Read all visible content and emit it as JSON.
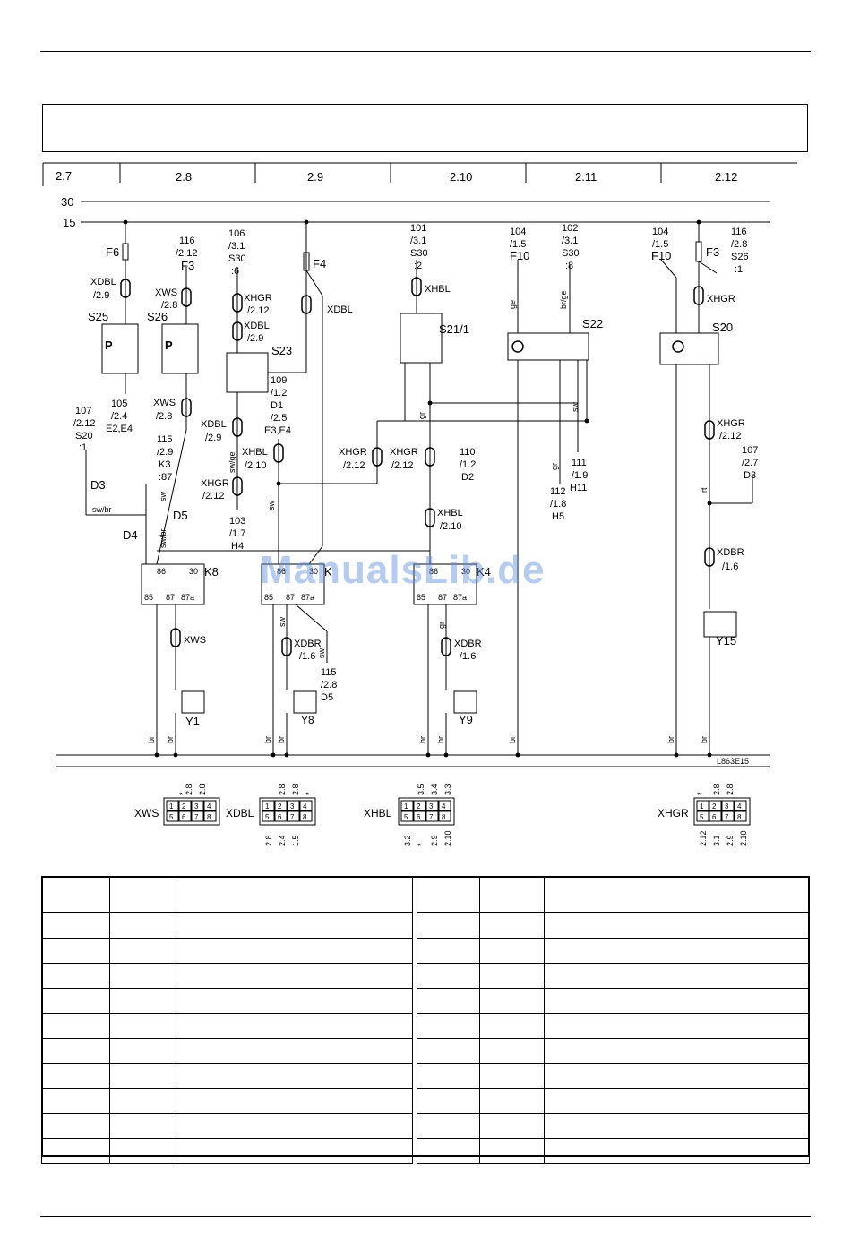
{
  "columns": [
    "2.7",
    "2.8",
    "2.9",
    "2.10",
    "2.11",
    "2.12"
  ],
  "rails": {
    "r30": "30",
    "r15": "15"
  },
  "drawing_id": "L863E15",
  "watermark": "ManualsLib.de",
  "components": {
    "F6": "F6",
    "F3a": "F3",
    "F4": "F4",
    "F10a": "F10",
    "F10b": "F10",
    "F3b": "F3",
    "S25": "S25",
    "S26": "S26",
    "S23": "S23",
    "S21": "S21/1",
    "S22": "S22",
    "S20": "S20",
    "K8": "K8",
    "K": "K",
    "K4": "K4",
    "Y1": "Y1",
    "Y8": "Y8",
    "Y9": "Y9",
    "Y15": "Y15",
    "D3": "D3",
    "D4": "D4",
    "D5": "D5",
    "P": "P"
  },
  "connectors": {
    "xws": "XWS",
    "xdbl": "XDBL",
    "xhgr": "XHGR",
    "xhbl": "XHBL",
    "xdbr": "XDBR",
    "xdbl_ref1": "/2.9",
    "xws_ref1": "/2.8",
    "xws_ref2": "/2.8",
    "xhgr_ref1": "/2.12",
    "xdbl_ref2": "/2.9",
    "xdbl_ref3": "/2.9",
    "xhbl_ref1": "/2.10",
    "xhgr_ref2": "/2.12",
    "xhgr_ref3": "/2.12",
    "xhgr_ref4": "/2.12",
    "xhbl_ref2": "/2.10",
    "xhgr_ref5": "/2.12",
    "xdbr_ref1": "/1.6",
    "xdbr_ref2": "/1.6",
    "xdbr_ref3": "/1.6"
  },
  "refs": {
    "r116a": "116",
    "r116a2": "/2.12",
    "r106": "106",
    "r106b": "/3.1",
    "r106c": "S30",
    "r106d": ":6",
    "r101": "101",
    "r101b": "/3.1",
    "r101c": "S30",
    "r101d": ":2",
    "r104a": "104",
    "r104a2": "/1.5",
    "r102": "102",
    "r102b": "/3.1",
    "r102c": "S30",
    "r102d": ":8",
    "r104b": "104",
    "r104b2": "/1.5",
    "r116b": "116",
    "r116b2": "/2.8",
    "r116b3": "S26",
    "r116b4": ":1",
    "r105": "105",
    "r105b": "/2.4",
    "r105c": "E2,E4",
    "r107a": "107",
    "r107a2": "/2.12",
    "r107a3": "S20",
    "r107a4": ":1",
    "r109": "109",
    "r109b": "/1.2",
    "r109c": "D1",
    "r109d": "/2.5",
    "r109e": "E3,E4",
    "r115a": "115",
    "r115a2": "/2.9",
    "r115a3": "K3",
    "r115a4": ":87",
    "r103": "103",
    "r103b": "/1.7",
    "r103c": "H4",
    "r110": "110",
    "r110b": "/1.2",
    "r110c": "D2",
    "r111": "111",
    "r111b": "/1.9",
    "r111c": "H11",
    "r112": "112",
    "r112b": "/1.8",
    "r112c": "H5",
    "r107b": "107",
    "r107b2": "/2.7",
    "r107b3": "D3",
    "r115b": "115",
    "r115b2": "/2.8",
    "r115b3": "D5"
  },
  "wire_colors": {
    "swbr": "sw/br",
    "sw": "sw",
    "swge": "sw/ge",
    "gr": "gr",
    "ge": "ge",
    "brge": "br/ge",
    "br": "br",
    "rt": "rt"
  },
  "pin_labels": {
    "p86": "86",
    "p30": "30",
    "p85": "85",
    "p87": "87",
    "p87a": "87a"
  },
  "bottom_connectors": {
    "xws": {
      "label": "XWS",
      "top": [
        "*",
        "2.8",
        "2.8"
      ],
      "bottom": []
    },
    "xdbl": {
      "label": "XDBL",
      "top": [
        "2.8",
        "2.8",
        "*"
      ],
      "bottom": [
        "2.8",
        "2.4",
        "1.5"
      ]
    },
    "xhbl": {
      "label": "XHBL",
      "top": [
        "3.5",
        "3.4",
        "3.3"
      ],
      "bottom": [
        "3.2",
        "*",
        "2.9",
        "2.10"
      ]
    },
    "xhgr": {
      "label": "XHGR",
      "top": [
        "*",
        "2.8",
        "2.8"
      ],
      "bottom": [
        "2.12",
        "3.1",
        "2.9",
        "2.10"
      ]
    },
    "pins": [
      "1",
      "2",
      "3",
      "4",
      "5",
      "6",
      "7",
      "8"
    ]
  },
  "colors": {
    "line": "#000000",
    "watermark": "#5a8cdc"
  }
}
